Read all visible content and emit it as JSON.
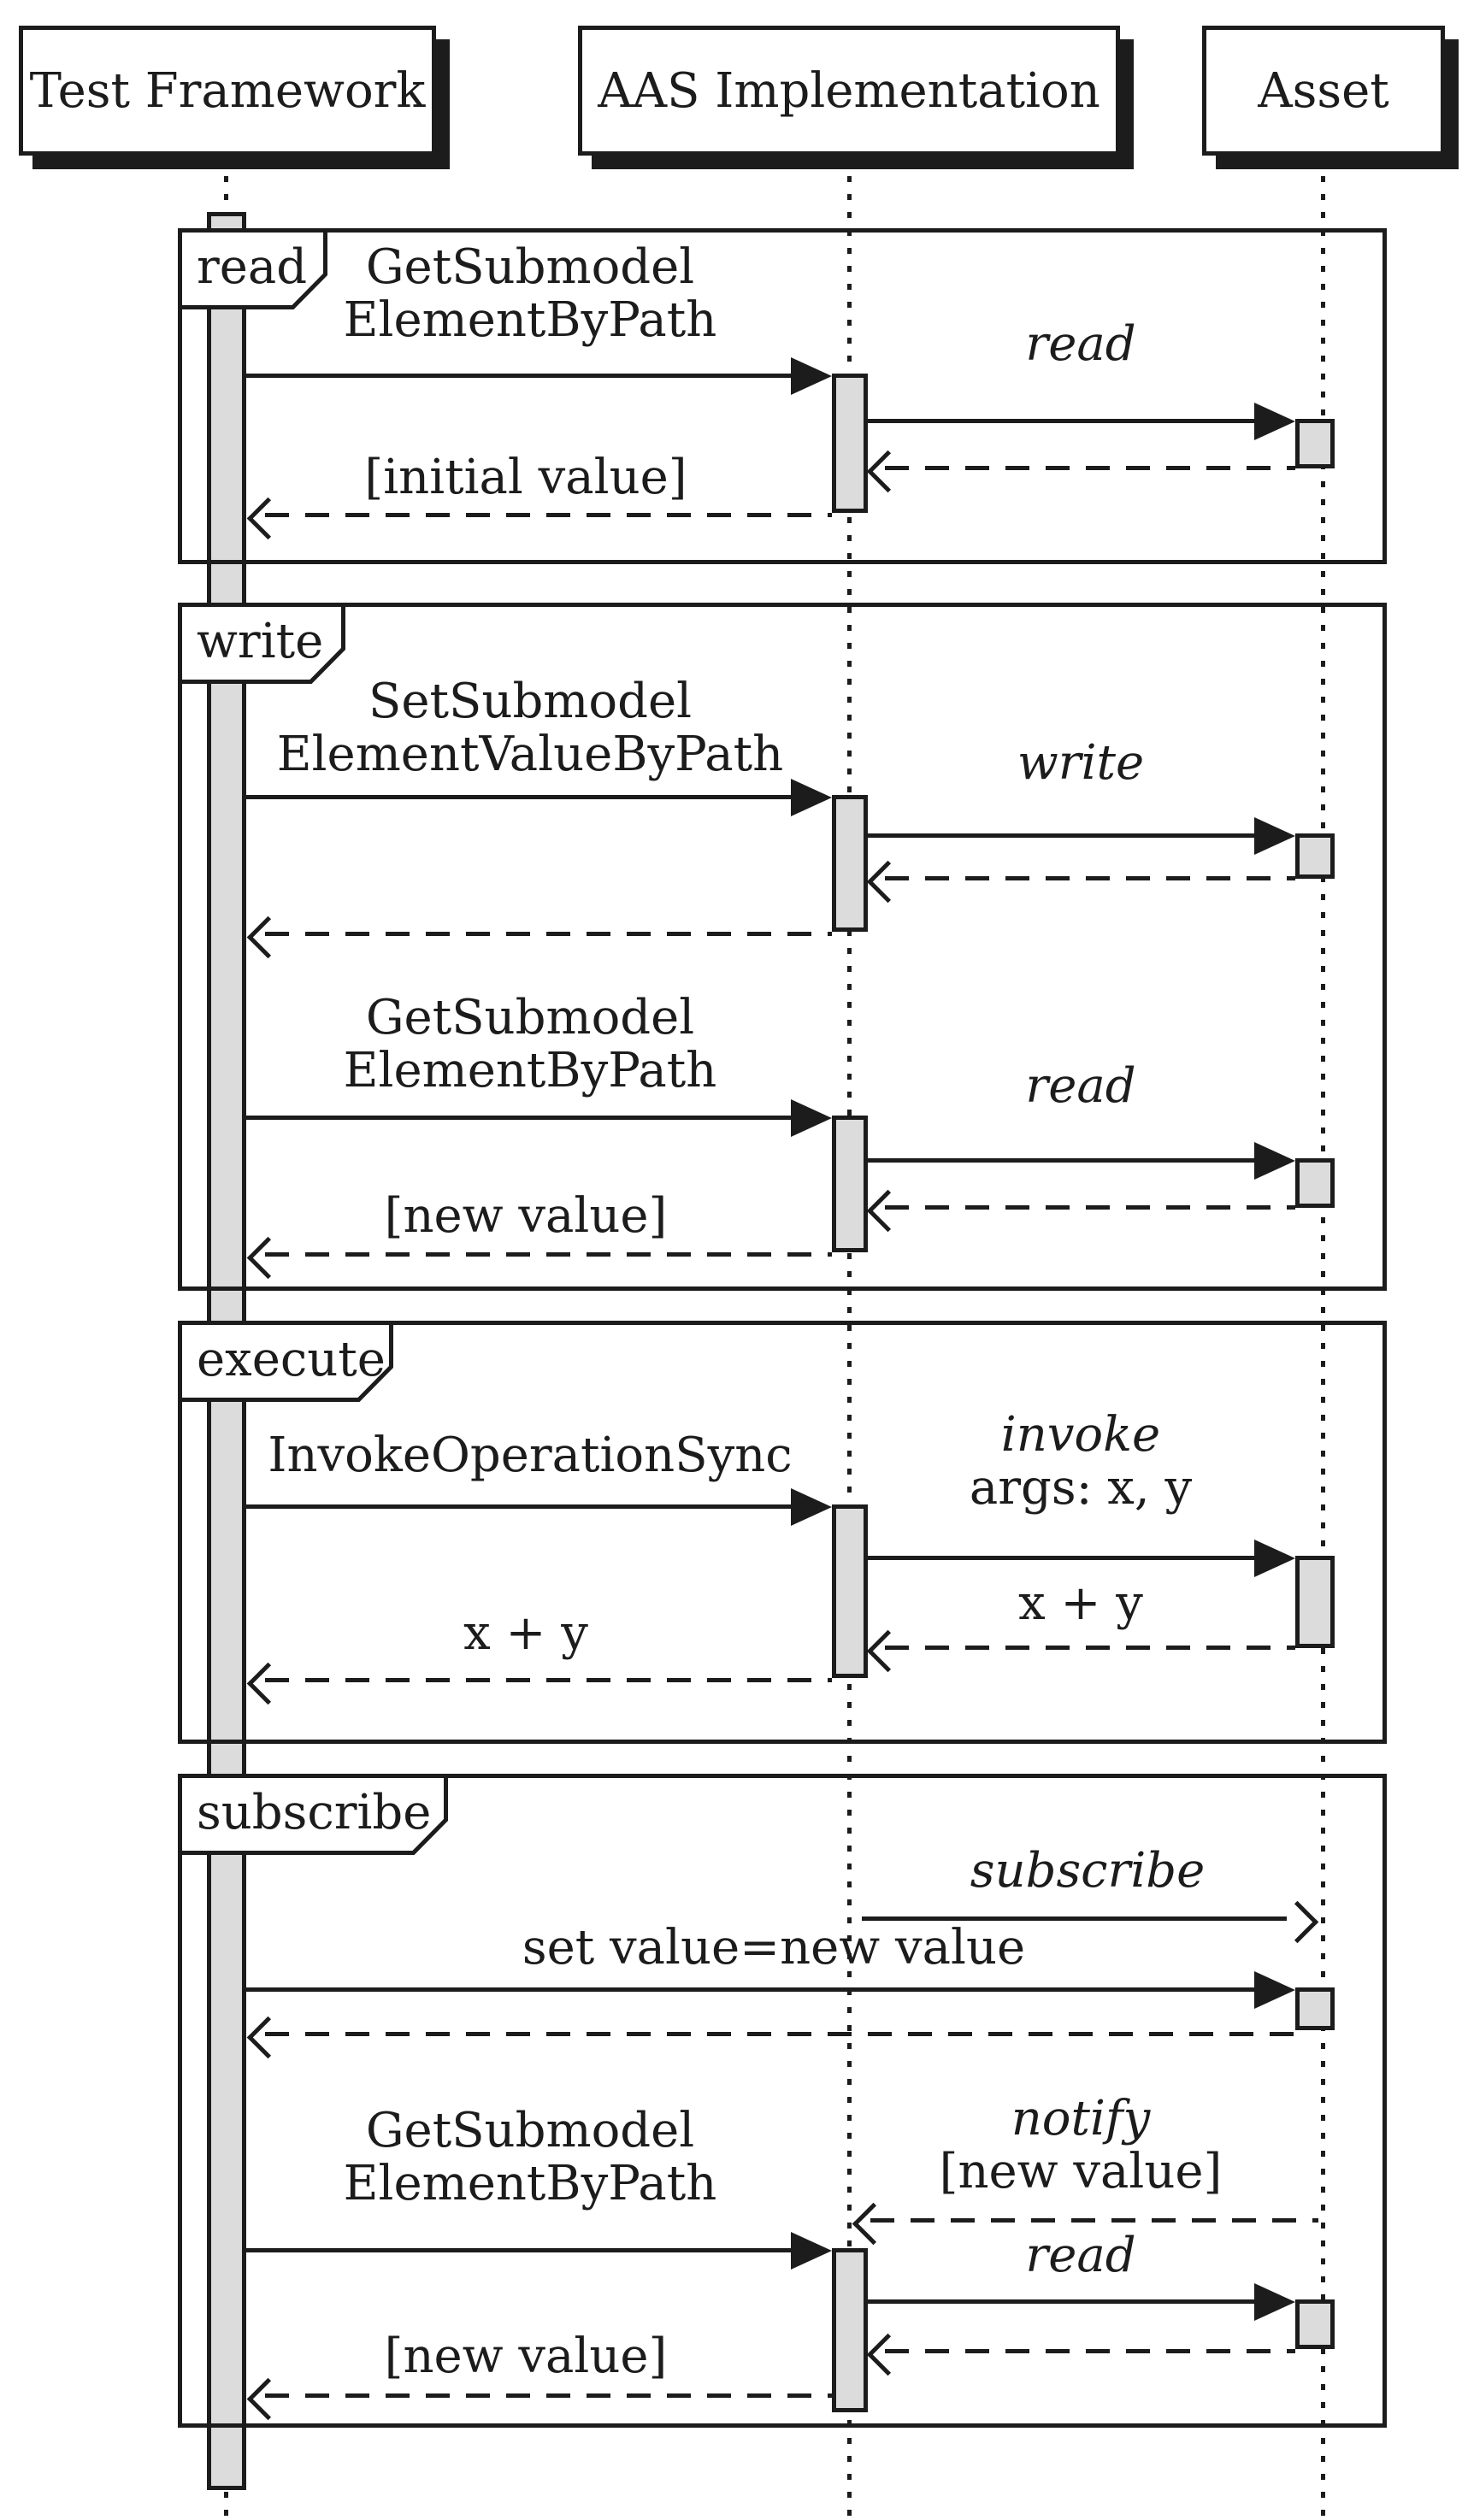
{
  "colors": {
    "line": "#1c1c1c",
    "activation_fill": "#dcdcdc",
    "background": "#ffffff"
  },
  "lifelines": {
    "test_framework": "Test Framework",
    "aas_implementation": "AAS Implementation",
    "asset": "Asset"
  },
  "fragments": {
    "read": {
      "label": "read",
      "call_line1": "GetSubmodel",
      "call_line2": "ElementByPath",
      "device_msg": "read",
      "return_msg": "[initial value]"
    },
    "write": {
      "label": "write",
      "set_line1": "SetSubmodel",
      "set_line2": "ElementValueByPath",
      "write_msg": "write",
      "get_line1": "GetSubmodel",
      "get_line2": "ElementByPath",
      "read_msg": "read",
      "return_msg": "[new value]"
    },
    "execute": {
      "label": "execute",
      "call_msg": "InvokeOperationSync",
      "invoke_msg": "invoke",
      "invoke_args": "args: x, y",
      "device_return": "x + y",
      "return_msg": "x + y"
    },
    "subscribe": {
      "label": "subscribe",
      "subscribe_msg": "subscribe",
      "set_value_msg": "set value=new value",
      "notify_msg": "notify",
      "notify_value": "[new value]",
      "get_line1": "GetSubmodel",
      "get_line2": "ElementByPath",
      "read_msg": "read",
      "return_msg": "[new value]"
    }
  }
}
